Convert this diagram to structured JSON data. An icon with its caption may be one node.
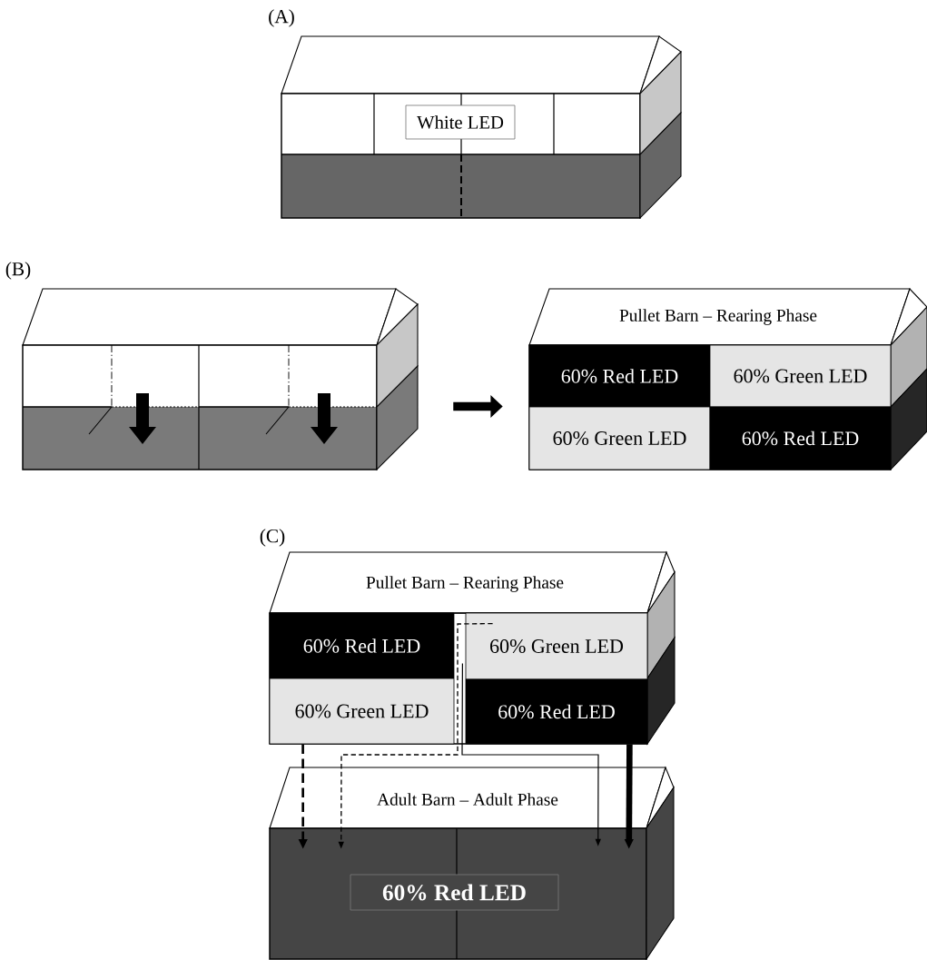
{
  "diagram": {
    "nodes": [
      {
        "text": [],
        "shape": "picture"
      },
      {
        "text": [
          "White LED"
        ],
        "in": 0
      },
      {
        "text": [],
        "shape": "picture"
      },
      {
        "text": [
          "Pullet Barn – Rearing Phase"
        ]
      },
      {
        "text": [
          "60% Red LED"
        ],
        "in": 3
      },
      {
        "text": [
          "60% Green LED"
        ],
        "in": 3
      },
      {
        "text": [
          "60% Green LED"
        ],
        "in": 3
      },
      {
        "text": [
          "60% Red LED"
        ],
        "in": 3
      },
      {
        "text": [
          "Pullet Barn – Rearing Phase"
        ]
      },
      {
        "text": [
          "60% Red LED"
        ],
        "in": 8
      },
      {
        "text": [
          "60% Green LED"
        ],
        "in": 8
      },
      {
        "text": [
          "60% Green LED"
        ],
        "in": 8
      },
      {
        "text": [
          "60% Red LED"
        ],
        "in": 8
      },
      {
        "text": [
          "Adult Barn – Adult Phase"
        ]
      },
      {
        "text": [
          "60% Red LED"
        ],
        "in": 13
      }
    ],
    "edges": [
      {
        "from": 2,
        "to": 3,
        "arrow": "to",
        "style": "thick"
      },
      {
        "from": 11,
        "to": 13,
        "arrow": "to",
        "style": "dashed"
      },
      {
        "from": 10,
        "to": 13,
        "arrow": "to",
        "style": "dashed"
      },
      {
        "from": 9,
        "to": 13,
        "arrow": "to"
      },
      {
        "from": 12,
        "to": 13,
        "arrow": "to",
        "style": "thick"
      }
    ],
    "labels": [
      "(A)",
      "(B)",
      "(C)"
    ]
  }
}
